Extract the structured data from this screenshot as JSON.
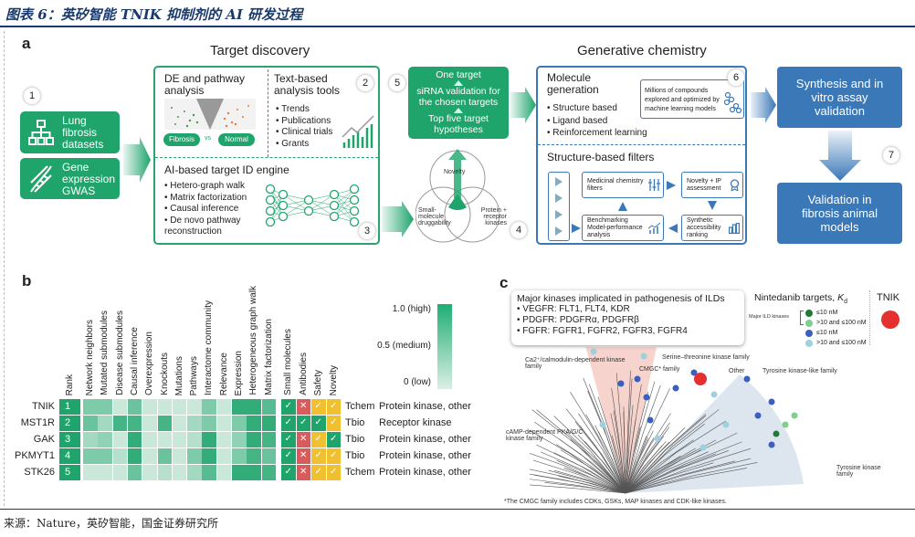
{
  "title": "图表 6：英矽智能 TNIK 抑制剂的 AI 研发过程",
  "footer": "来源：Nature，英矽智能，国金证券研究所",
  "colors": {
    "green": "#1fa56c",
    "blue": "#3a78b8",
    "red": "#e03030",
    "yellow": "#f0c030",
    "cross": "#d95c5c"
  },
  "panel_a": {
    "label": "a",
    "steps": [
      "1",
      "2",
      "3",
      "4",
      "5",
      "6",
      "7"
    ],
    "inputs": [
      {
        "text": "Lung fibrosis datasets",
        "icon": "hierarchy-icon"
      },
      {
        "text": "Gene expression GWAS",
        "icon": "dna-icon"
      }
    ],
    "target_discovery": {
      "title": "Target discovery",
      "de": {
        "title": "DE and pathway analysis",
        "left": "Fibrosis",
        "vs": "vs",
        "right": "Normal"
      },
      "text": {
        "title": "Text-based analysis tools",
        "items": [
          "Trends",
          "Publications",
          "Clinical trials",
          "Grants"
        ]
      },
      "ai": {
        "title": "AI-based target ID engine",
        "items": [
          "Hetero-graph walk",
          "Matrix factorization",
          "Causal inference",
          "De novo pathway reconstruction"
        ]
      }
    },
    "venn": {
      "top": "Novelty",
      "left": "Small-molecule druggability",
      "right": "Protein + receptor kinases"
    },
    "targets": {
      "one": "One target",
      "sirna": "siRNA validation for the chosen targets",
      "five": "Top five target hypotheses"
    },
    "generative": {
      "title": "Generative chemistry",
      "molgen": {
        "title": "Molecule generation",
        "items": [
          "Structure based",
          "Ligand based",
          "Reinforcement learning"
        ],
        "millions": "Millions of compounds explored and optimized by machine learning models"
      },
      "filters": {
        "title": "Structure-based filters",
        "med": "Medicinal chemistry filters",
        "novelty": "Novelty + IP assessment",
        "synth": "Synthetic accessibility ranking",
        "bench": [
          "Benchmarking",
          "Model-performance analysis"
        ]
      }
    },
    "synthesis": "Synthesis and in vitro assay validation",
    "validation": "Validation in fibrosis animal models"
  },
  "panel_b": {
    "label": "b",
    "columns": [
      "Rank",
      "Network neighbors",
      "Mutated submodules",
      "Disease submodules",
      "Causal inference",
      "Overexpression",
      "Knockouts",
      "Mutations",
      "Pathways",
      "Interactome community",
      "Relevance",
      "Expression",
      "Heterogeneous graph walk",
      "Matrix factorization",
      "Small molecules",
      "Antibodies",
      "Safety",
      "Novelty"
    ],
    "scale": [
      "1.0 (high)",
      "0.5 (medium)",
      "0 (low)"
    ],
    "rows": [
      {
        "gene": "TNIK",
        "rank": "1",
        "scores": [
          0.5,
          0.5,
          0.1,
          0.6,
          0.1,
          0.1,
          0.1,
          0.1,
          0.5,
          0.1,
          0.9,
          0.9,
          0.7
        ],
        "checks": [
          "yes-green",
          "no-red",
          "yes-yellow",
          "yes-yellow"
        ],
        "tier": "Tchem",
        "family": "Protein kinase, other"
      },
      {
        "gene": "MST1R",
        "rank": "2",
        "scores": [
          0.6,
          0.3,
          0.8,
          0.8,
          0.1,
          0.8,
          0.1,
          0.3,
          0.5,
          0.1,
          0.5,
          0.9,
          0.9
        ],
        "checks": [
          "yes-green",
          "yes-green",
          "yes-green",
          "yes-yellow"
        ],
        "tier": "Tbio",
        "family": "Receptor kinase"
      },
      {
        "gene": "GAK",
        "rank": "3",
        "scores": [
          0.3,
          0.4,
          0.1,
          0.9,
          0.1,
          0.1,
          0.1,
          0.2,
          0.9,
          0.1,
          0.4,
          0.9,
          0.8
        ],
        "checks": [
          "yes-green",
          "no-red",
          "yes-yellow",
          "yes-green"
        ],
        "tier": "Tbio",
        "family": "Protein kinase, other"
      },
      {
        "gene": "PKMYT1",
        "rank": "4",
        "scores": [
          0.5,
          0.5,
          0.2,
          0.9,
          0.1,
          0.6,
          0.1,
          0.5,
          0.9,
          0.1,
          0.5,
          0.8,
          0.6
        ],
        "checks": [
          "yes-green",
          "no-red",
          "yes-yellow",
          "yes-yellow"
        ],
        "tier": "Tbio",
        "family": "Protein kinase, other"
      },
      {
        "gene": "STK26",
        "rank": "5",
        "scores": [
          0.1,
          0.1,
          0.1,
          0.6,
          0.1,
          0.2,
          0.1,
          0.3,
          0.7,
          0.1,
          0.9,
          0.9,
          0.8
        ],
        "checks": [
          "yes-green",
          "no-red",
          "yes-yellow",
          "yes-yellow"
        ],
        "tier": "Tchem",
        "family": "Protein kinase, other"
      }
    ]
  },
  "panel_c": {
    "label": "c",
    "box_title": "Major kinases implicated in pathogenesis of ILDs",
    "box_items": [
      "VEGFR: FLT1, FLT4, KDR",
      "PDGFR: PDGFRα, PDGFRβ",
      "FGFR: FGFR1, FGFR2, FGFR3, FGFR4"
    ],
    "legend_title": "Nintedanib targets, ",
    "legend_kd": "K",
    "legend_kd_sub": "d",
    "legend_group": "Major ILD kinases",
    "legend_items": [
      {
        "label": "≤10 nM",
        "color": "#1e7a35"
      },
      {
        "label": ">10 and ≤100 nM",
        "color": "#7fcf8a"
      },
      {
        "label": "≤10 nM",
        "color": "#3a5fbf"
      },
      {
        "label": ">10 and ≤100 nM",
        "color": "#9fd0e0"
      }
    ],
    "tnik_label": "TNIK",
    "families": [
      "Ca2⁺/calmodulin-dependent kinase family",
      "Serine–threonine kinase family",
      "CMGC* family",
      "Other",
      "Tyrosine kinase-like family",
      "cAMP-dependent PKA/G/C kinase family",
      "Tyrosine kinase family"
    ],
    "footnote": "*The CMGC family includes CDKs, GSKs, MAP kinases and CDK-like kinases."
  }
}
